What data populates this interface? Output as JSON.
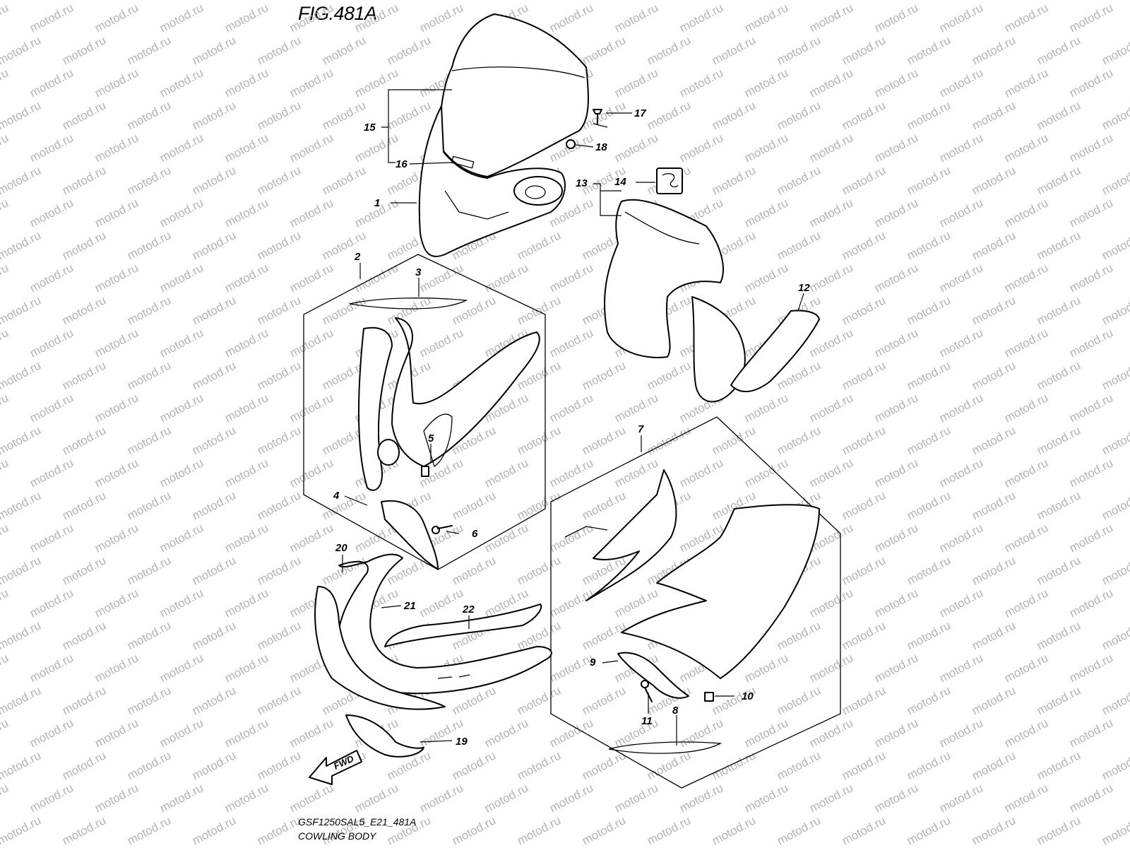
{
  "figure": {
    "title": "FIG.481A",
    "model_code": "GSF1250SAL5_E21_481A",
    "section_name": "COWLING BODY"
  },
  "watermark": "motod.ru",
  "fwd_label": "FWD",
  "callouts": [
    "1",
    "2",
    "3",
    "4",
    "5",
    "6",
    "7",
    "8",
    "9",
    "10",
    "11",
    "12",
    "13",
    "14",
    "15",
    "16",
    "17",
    "18",
    "19",
    "20",
    "21",
    "22"
  ]
}
